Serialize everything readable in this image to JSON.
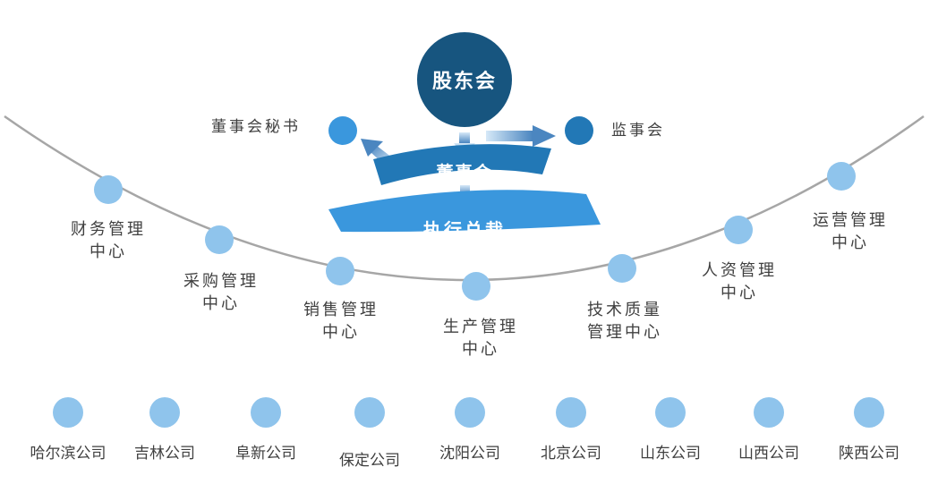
{
  "colors": {
    "dark_navy": "#17557f",
    "bar_blue": "#2278b6",
    "bright_blue": "#3a97dd",
    "light_blue": "#8fc4ec",
    "curve_gray": "#a6a6a6",
    "text": "#404040"
  },
  "top": {
    "shareholders": "股东会",
    "board": "董事会",
    "ceo": "执行总裁",
    "board_secretary": "董事会秘书",
    "supervisory_board": "监事会"
  },
  "centers": [
    {
      "line1": "财务管理",
      "line2": "中心"
    },
    {
      "line1": "采购管理",
      "line2": "中心"
    },
    {
      "line1": "销售管理",
      "line2": "中心"
    },
    {
      "line1": "生产管理",
      "line2": "中心"
    },
    {
      "line1": "技术质量",
      "line2": "管理中心"
    },
    {
      "line1": "人资管理",
      "line2": "中心"
    },
    {
      "line1": "运营管理",
      "line2": "中心"
    }
  ],
  "branches": [
    "哈尔滨公司",
    "吉林公司",
    "阜新公司",
    "保定公司",
    "沈阳公司",
    "北京公司",
    "山东公司",
    "山西公司",
    "陕西公司"
  ]
}
